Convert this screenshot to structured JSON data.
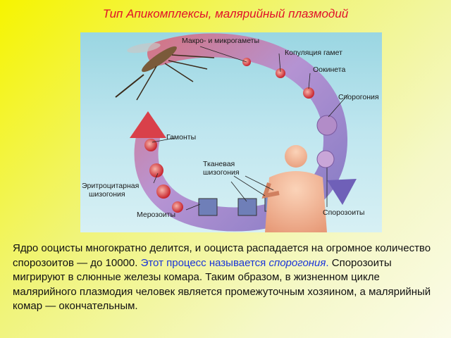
{
  "title": "Тип Апикомплексы, малярийный плазмодий",
  "diagram": {
    "labels": {
      "gametes": "Макро- и микрогаметы",
      "copulation": "Копуляция гамет",
      "ookinete": "Оокинета",
      "sporogony": "Спорогония",
      "gamonts": "Гамонты",
      "tissue_schizogony_1": "Тканевая",
      "tissue_schizogony_2": "шизогония",
      "erythro_1": "Эритроцитарная",
      "erythro_2": "шизогония",
      "merozoites": "Мерозоиты",
      "sporozoites": "Спорозоиты"
    }
  },
  "paragraph": {
    "part1": "Ядро ооцисты многократно делится, и ооциста распадается на огромное количество спорозоитов — до 10000. ",
    "highlight1": "Этот процесс называется ",
    "highlight_term": "спорогония",
    "highlight2": ".",
    "part2": " Спорозоиты мигрируют в слюнные железы комара. Таким образом, в жизненном цикле малярийного плазмодия человек является промежуточным хозяином, а малярийный комар — окончательным."
  }
}
